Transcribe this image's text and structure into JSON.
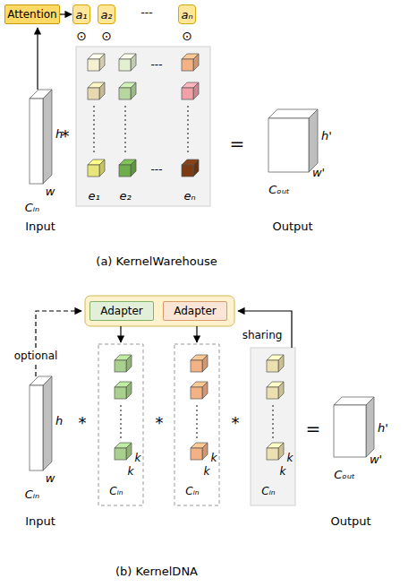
{
  "diagram": {
    "nodes": [
      {
        "text": [
          "Attention"
        ]
      },
      {
        "text": [
          "a₁"
        ]
      },
      {
        "text": [
          "a₂"
        ]
      },
      {
        "text": [
          "aₙ"
        ]
      },
      {
        "text": [
          "Adapter"
        ]
      },
      {
        "text": [
          "Adapter"
        ]
      }
    ],
    "edges": [
      {
        "from": 0,
        "to": 1,
        "arrow": "to"
      }
    ],
    "labels": [
      "⊙",
      "⊙",
      "⊙",
      "---",
      "h",
      "w",
      "Cᵢₙ",
      "Input",
      "*",
      "---",
      "---",
      "e₁",
      "e₂",
      "eₙ",
      "=",
      "h'",
      "w'",
      "Cₒᵤₜ",
      "Output",
      "(a) KernelWarehouse",
      "sharing",
      "optional",
      "h",
      "w",
      "Cᵢₙ",
      "Input",
      "*",
      "k",
      "k",
      "Cᵢₙ",
      "*",
      "k",
      "k",
      "Cᵢₙ",
      "*",
      "k",
      "k",
      "Cᵢₙ",
      "=",
      "h'",
      "w'",
      "Cₒᵤₜ",
      "Output",
      "(b) KernelDNA"
    ]
  }
}
